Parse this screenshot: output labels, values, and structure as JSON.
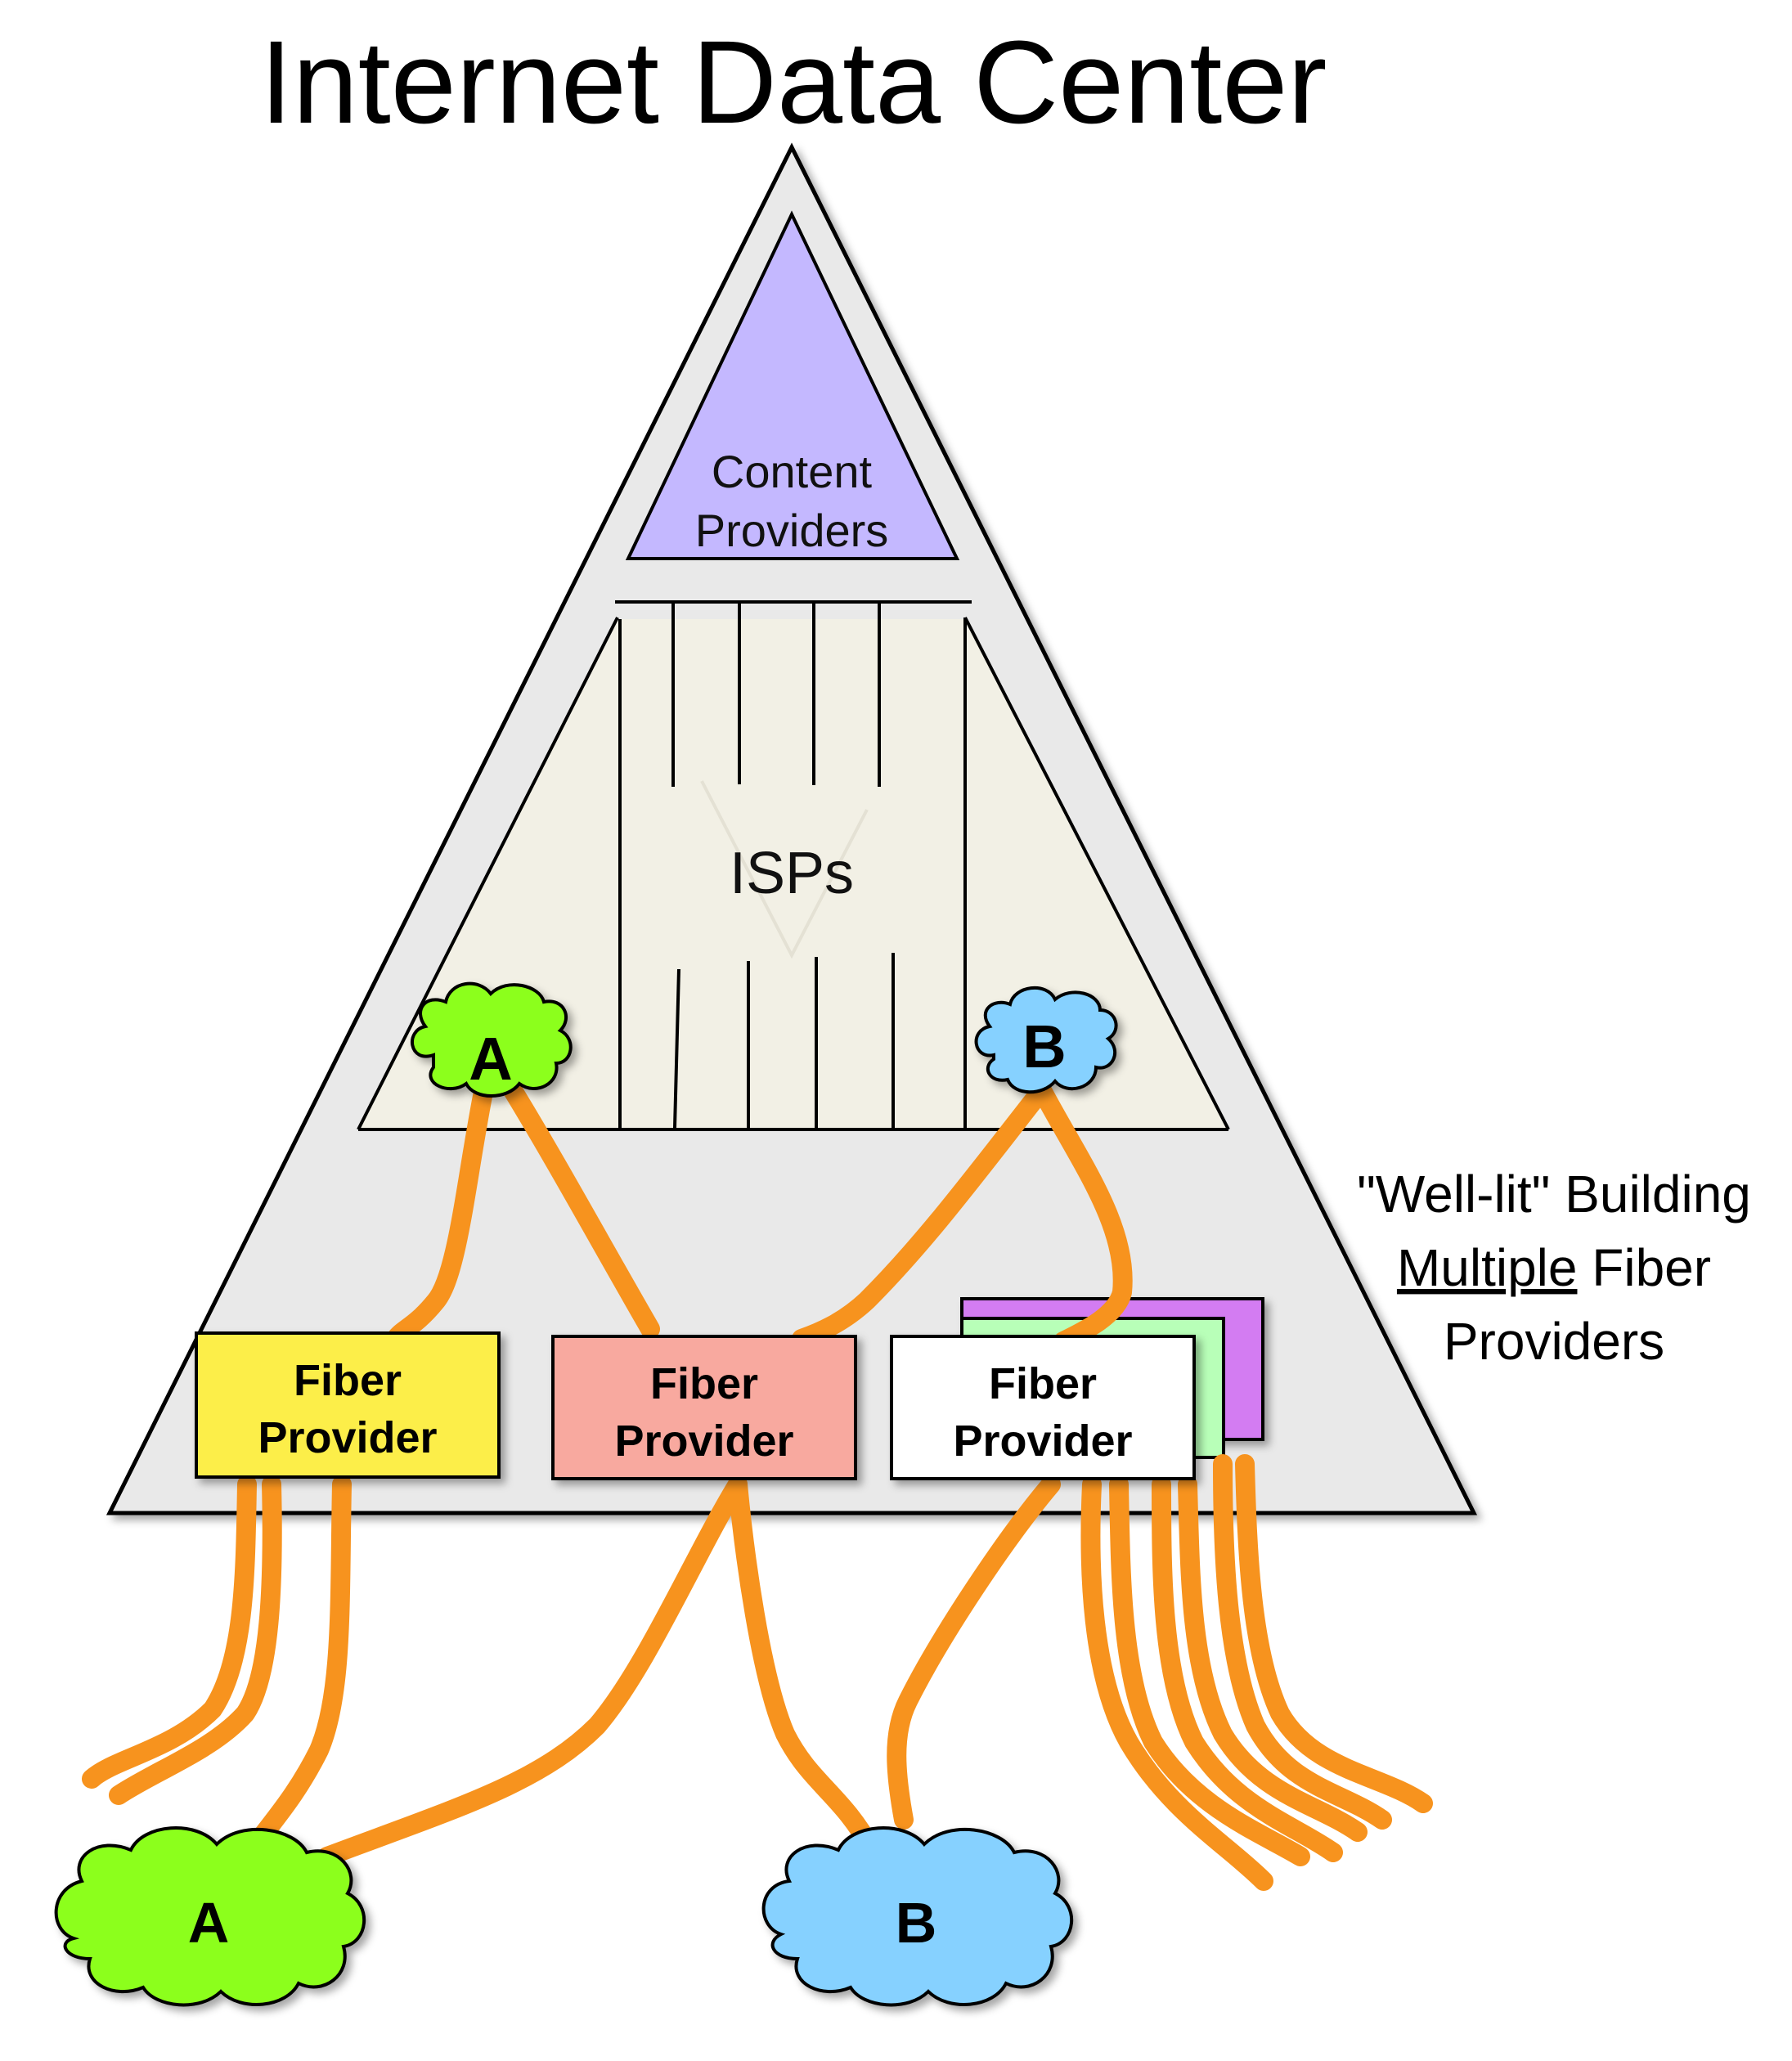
{
  "title": "Internet Data Center",
  "content_providers": {
    "line1": "Content",
    "line2": "Providers",
    "color": "#C4B8FF"
  },
  "isps": {
    "label": "ISPs",
    "color": "#F2F0E5"
  },
  "building": {
    "color": "#E9E9E9"
  },
  "fiber_providers": [
    {
      "line1": "Fiber",
      "line2": "Provider",
      "color": "#FCEE4A"
    },
    {
      "line1": "Fiber",
      "line2": "Provider",
      "color": "#F8A99F"
    },
    {
      "line1": "Fiber",
      "line2": "Provider",
      "color": "#FFFFFF"
    }
  ],
  "stacked_colors": [
    "#D37CF2",
    "#B8FFB8"
  ],
  "isp_clouds": [
    {
      "label": "A",
      "color": "#8CFF1A"
    },
    {
      "label": "B",
      "color": "#86D1FF"
    }
  ],
  "external_clouds": [
    {
      "label": "A",
      "color": "#8CFF1A"
    },
    {
      "label": "B",
      "color": "#86D1FF"
    }
  ],
  "side_note": {
    "line1": "\"Well-lit\" Building",
    "line2_underlined": "Multiple",
    "line2_rest": " Fiber",
    "line3": "Providers"
  },
  "fiber_color": "#F7931E"
}
